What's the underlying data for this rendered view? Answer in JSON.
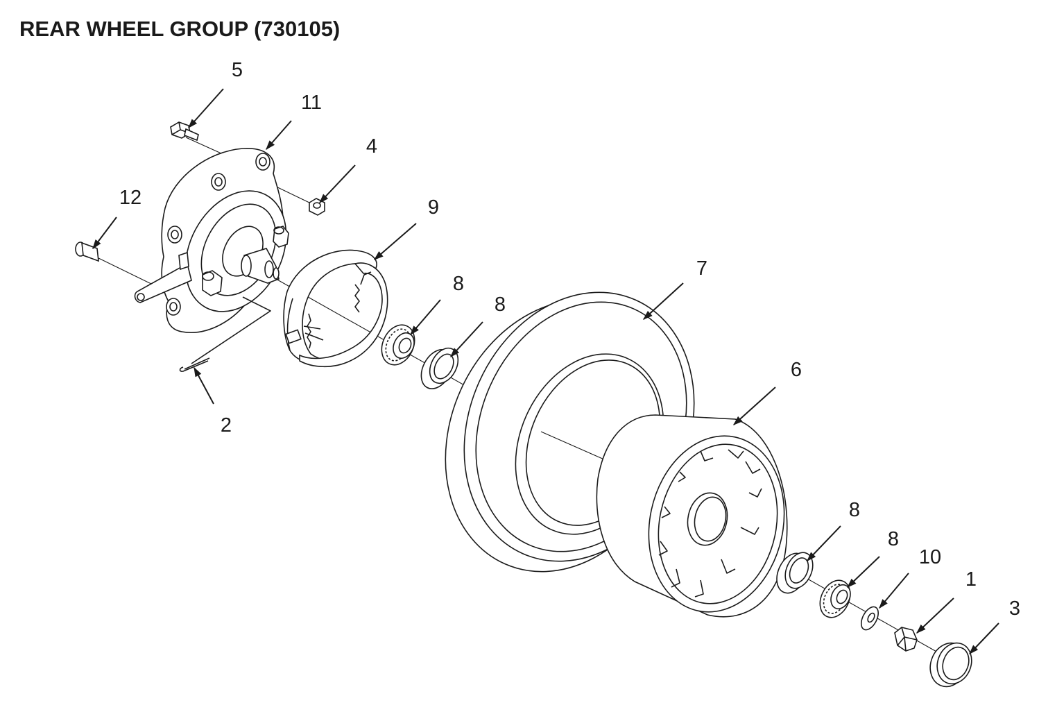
{
  "title": "REAR WHEEL GROUP (730105)",
  "callouts": [
    {
      "id": "c5",
      "label": "5"
    },
    {
      "id": "c11",
      "label": "11"
    },
    {
      "id": "c4",
      "label": "4"
    },
    {
      "id": "c12",
      "label": "12"
    },
    {
      "id": "c9",
      "label": "9"
    },
    {
      "id": "c2",
      "label": "2"
    },
    {
      "id": "c8a",
      "label": "8"
    },
    {
      "id": "c8b",
      "label": "8"
    },
    {
      "id": "c7",
      "label": "7"
    },
    {
      "id": "c6",
      "label": "6"
    },
    {
      "id": "c8c",
      "label": "8"
    },
    {
      "id": "c8d",
      "label": "8"
    },
    {
      "id": "c10",
      "label": "10"
    },
    {
      "id": "c1",
      "label": "1"
    },
    {
      "id": "c3",
      "label": "3"
    }
  ]
}
